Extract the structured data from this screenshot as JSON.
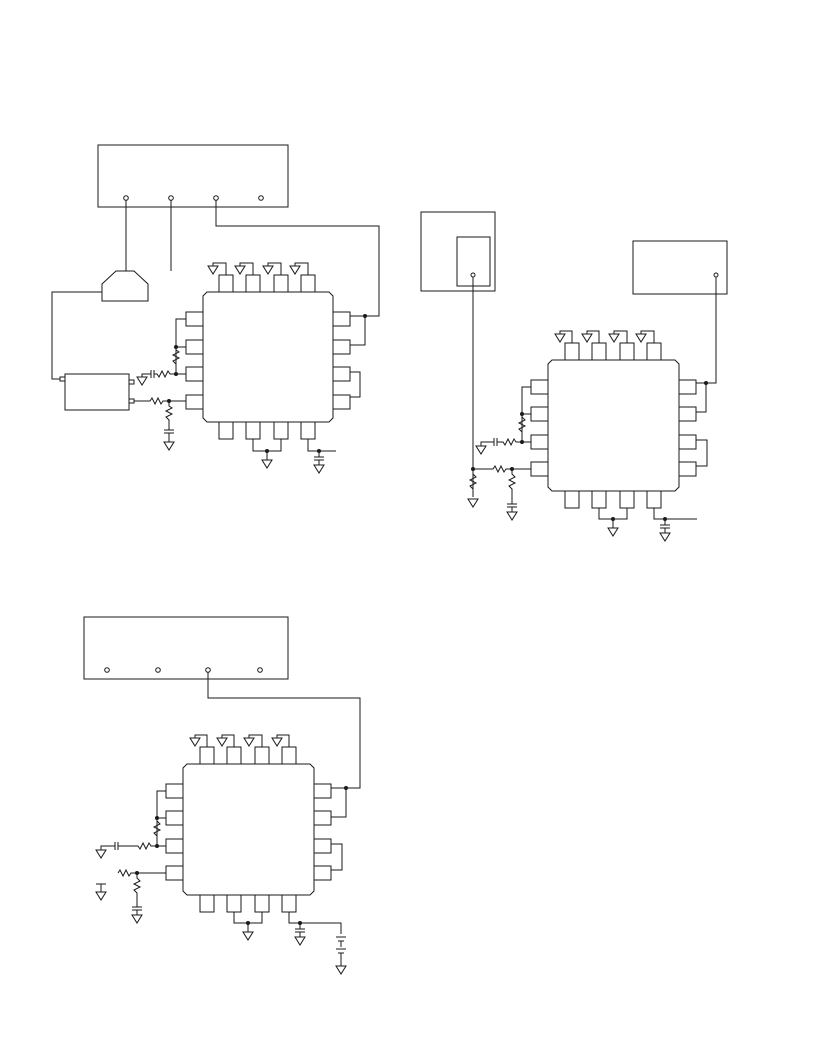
{
  "page": {
    "background": "#ffffff",
    "line_color": "#1a1a1a"
  },
  "figures": [
    {
      "id": "fig-1",
      "components": [
        "instrument-box",
        "adapter",
        "module",
        "ic"
      ]
    },
    {
      "id": "fig-2",
      "components": [
        "probe-box",
        "instrument-box",
        "ic"
      ]
    },
    {
      "id": "fig-3",
      "components": [
        "instrument-box",
        "ic",
        "battery"
      ]
    }
  ]
}
